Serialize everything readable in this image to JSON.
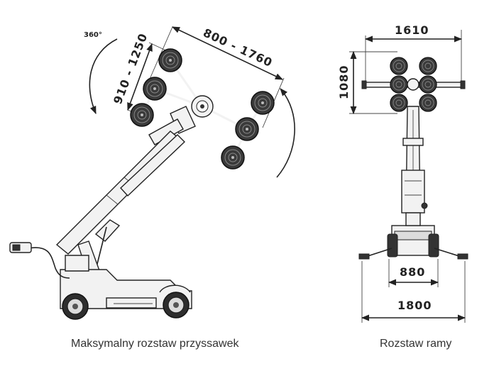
{
  "side_view": {
    "rotation_label": "360°",
    "dim_horizontal": "800 - 1760",
    "dim_vertical": "910 - 1250",
    "caption": "Maksymalny rozstaw przyssawek"
  },
  "front_view": {
    "dim_top": "1610",
    "dim_height": "1080",
    "dim_inner": "880",
    "dim_outer": "1800",
    "caption": "Rozstaw ramy"
  }
}
